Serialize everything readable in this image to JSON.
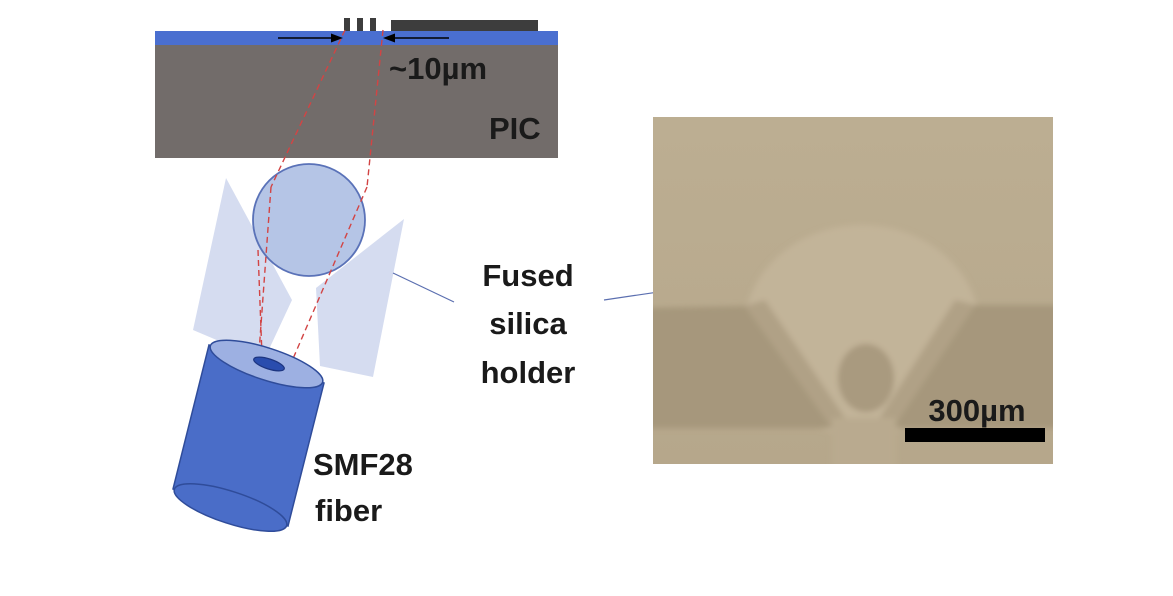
{
  "labels": {
    "spot_size": "~10µm",
    "pic": "PIC",
    "holder_line1": "Fused",
    "holder_line2": "silica",
    "holder_line3": "holder",
    "fiber_line1": "SMF28",
    "fiber_line2": "fiber",
    "scale_bar": "300µm"
  },
  "colors": {
    "pic_substrate": "#726c6a",
    "waveguide_layer": "#4a6fd0",
    "grating": "#3d3d3d",
    "ball_lens": "#b5c5e6",
    "holder": "#d5dcf0",
    "fiber": "#4a6dc8",
    "beam": "#d24444",
    "photo_bg": "#b9aa8f"
  }
}
